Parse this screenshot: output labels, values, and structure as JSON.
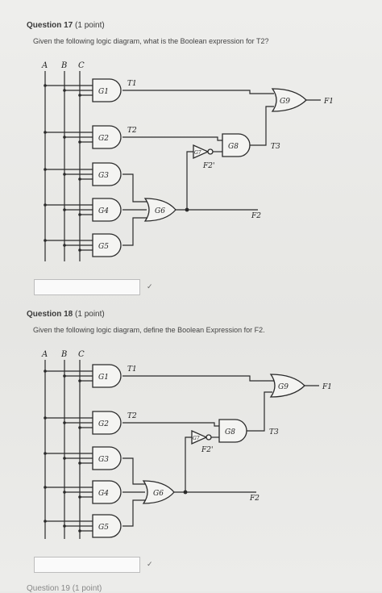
{
  "questions": [
    {
      "title": "Question 17",
      "points": "(1 point)",
      "prompt": "Given the following logic diagram, what is the Boolean expression for T2?",
      "answer_value": "",
      "spell_icon": "spellcheck-icon"
    },
    {
      "title": "Question 18",
      "points": "(1 point)",
      "prompt": "Given the following logic diagram, define the Boolean Expression for F2.",
      "answer_value": "",
      "spell_icon": "spellcheck-icon"
    }
  ],
  "footer_title": "Question 19 (1 point)",
  "diagram": {
    "inputs": [
      "A",
      "B",
      "C"
    ],
    "gates": [
      "G1",
      "G2",
      "G3",
      "G4",
      "G5",
      "G6",
      "G7",
      "G8",
      "G9"
    ],
    "signals": {
      "t1": "T1",
      "t2": "T2",
      "t3": "T3",
      "f1": "F1",
      "f2": "F2",
      "f2p": "F2'"
    }
  },
  "colors": {
    "wire": "#2a2a2a",
    "gate_fill": "#f4f4f2",
    "bg": "#e9e9e7"
  }
}
